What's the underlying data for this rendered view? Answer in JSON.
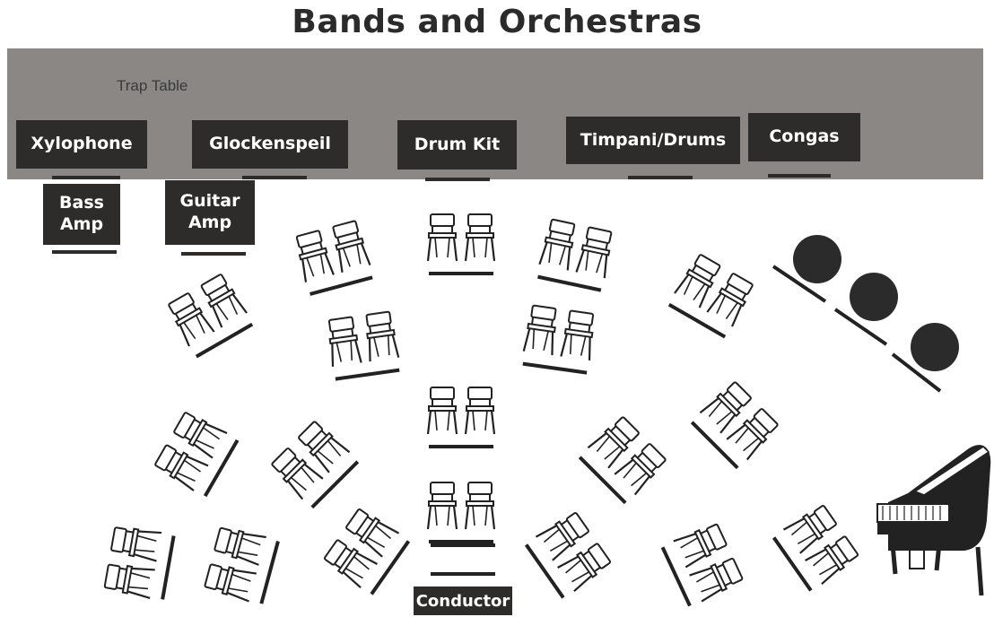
{
  "title": "Bands and Orchestras",
  "trap_table_label": "Trap Table",
  "instruments": {
    "xylophone": "Xylophone",
    "glockenspeil": "Glockenspeil",
    "drum_kit": "Drum Kit",
    "timpani": "Timpani/Drums",
    "congas": "Congas",
    "bass_amp_line1": "Bass",
    "bass_amp_line2": "Amp",
    "guitar_amp_line1": "Guitar",
    "guitar_amp_line2": "Amp"
  },
  "conductor": "Conductor",
  "colors": {
    "table": "#8a8785",
    "box": "#2e2c2b",
    "text": "#ffffff"
  }
}
